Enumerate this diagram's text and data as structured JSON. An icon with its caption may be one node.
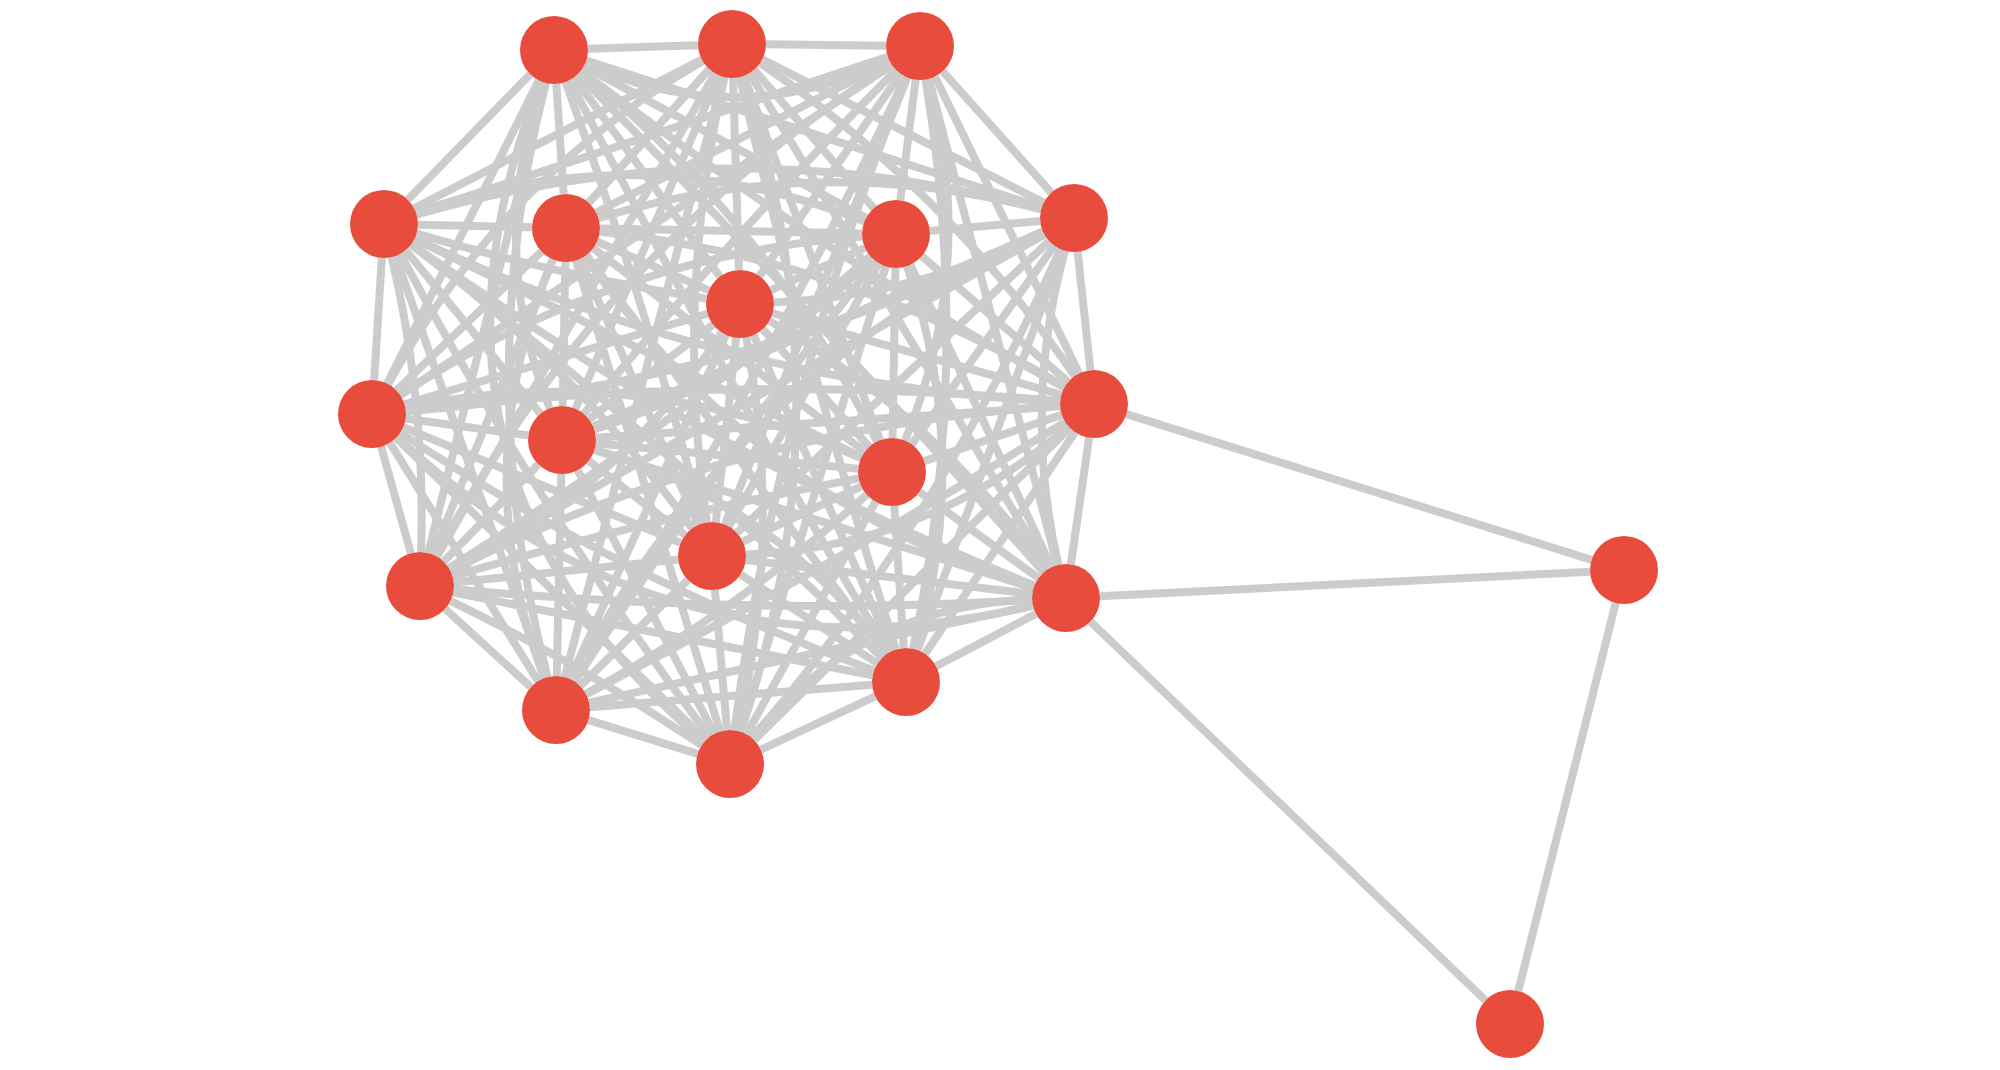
{
  "diagram": {
    "nodes": [
      {
        "text": [],
        "shape": "circle"
      },
      {
        "text": [],
        "shape": "circle"
      },
      {
        "text": [],
        "shape": "circle"
      },
      {
        "text": [],
        "shape": "circle"
      },
      {
        "text": [],
        "shape": "circle"
      },
      {
        "text": [],
        "shape": "circle"
      },
      {
        "text": [],
        "shape": "circle"
      },
      {
        "text": [],
        "shape": "circle"
      },
      {
        "text": [],
        "shape": "circle"
      },
      {
        "text": [],
        "shape": "circle"
      },
      {
        "text": [],
        "shape": "circle"
      },
      {
        "text": [],
        "shape": "circle"
      },
      {
        "text": [],
        "shape": "circle"
      },
      {
        "text": [],
        "shape": "circle"
      },
      {
        "text": [],
        "shape": "circle"
      },
      {
        "text": [],
        "shape": "circle"
      },
      {
        "text": [],
        "shape": "circle"
      },
      {
        "text": [],
        "shape": "circle"
      },
      {
        "text": [],
        "shape": "circle"
      },
      {
        "text": [],
        "shape": "circle"
      }
    ],
    "edges": [
      {
        "from": 0,
        "to": 1,
        "arrow": "none"
      },
      {
        "from": 0,
        "to": 2,
        "arrow": "none"
      },
      {
        "from": 0,
        "to": 3,
        "arrow": "none"
      },
      {
        "from": 0,
        "to": 4,
        "arrow": "none"
      },
      {
        "from": 0,
        "to": 5,
        "arrow": "none"
      },
      {
        "from": 0,
        "to": 6,
        "arrow": "none"
      },
      {
        "from": 0,
        "to": 7,
        "arrow": "none"
      },
      {
        "from": 0,
        "to": 8,
        "arrow": "none"
      },
      {
        "from": 0,
        "to": 9,
        "arrow": "none"
      },
      {
        "from": 0,
        "to": 10,
        "arrow": "none"
      },
      {
        "from": 0,
        "to": 11,
        "arrow": "none"
      },
      {
        "from": 0,
        "to": 12,
        "arrow": "none"
      },
      {
        "from": 0,
        "to": 13,
        "arrow": "none"
      },
      {
        "from": 0,
        "to": 14,
        "arrow": "none"
      },
      {
        "from": 0,
        "to": 16,
        "arrow": "none"
      },
      {
        "from": 0,
        "to": 17,
        "arrow": "none"
      },
      {
        "from": 0,
        "to": 18,
        "arrow": "none"
      },
      {
        "from": 1,
        "to": 2,
        "arrow": "none"
      },
      {
        "from": 1,
        "to": 3,
        "arrow": "none"
      },
      {
        "from": 1,
        "to": 4,
        "arrow": "none"
      },
      {
        "from": 1,
        "to": 5,
        "arrow": "none"
      },
      {
        "from": 1,
        "to": 6,
        "arrow": "none"
      },
      {
        "from": 1,
        "to": 7,
        "arrow": "none"
      },
      {
        "from": 1,
        "to": 8,
        "arrow": "none"
      },
      {
        "from": 1,
        "to": 9,
        "arrow": "none"
      },
      {
        "from": 1,
        "to": 10,
        "arrow": "none"
      },
      {
        "from": 1,
        "to": 11,
        "arrow": "none"
      },
      {
        "from": 1,
        "to": 12,
        "arrow": "none"
      },
      {
        "from": 1,
        "to": 13,
        "arrow": "none"
      },
      {
        "from": 1,
        "to": 14,
        "arrow": "none"
      },
      {
        "from": 1,
        "to": 16,
        "arrow": "none"
      },
      {
        "from": 1,
        "to": 17,
        "arrow": "none"
      },
      {
        "from": 1,
        "to": 18,
        "arrow": "none"
      },
      {
        "from": 2,
        "to": 3,
        "arrow": "none"
      },
      {
        "from": 2,
        "to": 4,
        "arrow": "none"
      },
      {
        "from": 2,
        "to": 5,
        "arrow": "none"
      },
      {
        "from": 2,
        "to": 6,
        "arrow": "none"
      },
      {
        "from": 2,
        "to": 7,
        "arrow": "none"
      },
      {
        "from": 2,
        "to": 8,
        "arrow": "none"
      },
      {
        "from": 2,
        "to": 9,
        "arrow": "none"
      },
      {
        "from": 2,
        "to": 10,
        "arrow": "none"
      },
      {
        "from": 2,
        "to": 11,
        "arrow": "none"
      },
      {
        "from": 2,
        "to": 12,
        "arrow": "none"
      },
      {
        "from": 2,
        "to": 13,
        "arrow": "none"
      },
      {
        "from": 2,
        "to": 14,
        "arrow": "none"
      },
      {
        "from": 2,
        "to": 16,
        "arrow": "none"
      },
      {
        "from": 2,
        "to": 17,
        "arrow": "none"
      },
      {
        "from": 2,
        "to": 18,
        "arrow": "none"
      },
      {
        "from": 3,
        "to": 4,
        "arrow": "none"
      },
      {
        "from": 3,
        "to": 5,
        "arrow": "none"
      },
      {
        "from": 3,
        "to": 6,
        "arrow": "none"
      },
      {
        "from": 3,
        "to": 7,
        "arrow": "none"
      },
      {
        "from": 3,
        "to": 8,
        "arrow": "none"
      },
      {
        "from": 3,
        "to": 9,
        "arrow": "none"
      },
      {
        "from": 3,
        "to": 10,
        "arrow": "none"
      },
      {
        "from": 3,
        "to": 11,
        "arrow": "none"
      },
      {
        "from": 3,
        "to": 12,
        "arrow": "none"
      },
      {
        "from": 3,
        "to": 13,
        "arrow": "none"
      },
      {
        "from": 3,
        "to": 14,
        "arrow": "none"
      },
      {
        "from": 3,
        "to": 16,
        "arrow": "none"
      },
      {
        "from": 3,
        "to": 17,
        "arrow": "none"
      },
      {
        "from": 3,
        "to": 18,
        "arrow": "none"
      },
      {
        "from": 4,
        "to": 5,
        "arrow": "none"
      },
      {
        "from": 4,
        "to": 6,
        "arrow": "none"
      },
      {
        "from": 4,
        "to": 7,
        "arrow": "none"
      },
      {
        "from": 4,
        "to": 8,
        "arrow": "none"
      },
      {
        "from": 4,
        "to": 9,
        "arrow": "none"
      },
      {
        "from": 4,
        "to": 10,
        "arrow": "none"
      },
      {
        "from": 4,
        "to": 11,
        "arrow": "none"
      },
      {
        "from": 4,
        "to": 12,
        "arrow": "none"
      },
      {
        "from": 4,
        "to": 13,
        "arrow": "none"
      },
      {
        "from": 4,
        "to": 14,
        "arrow": "none"
      },
      {
        "from": 4,
        "to": 16,
        "arrow": "none"
      },
      {
        "from": 4,
        "to": 17,
        "arrow": "none"
      },
      {
        "from": 4,
        "to": 18,
        "arrow": "none"
      },
      {
        "from": 5,
        "to": 6,
        "arrow": "none"
      },
      {
        "from": 5,
        "to": 7,
        "arrow": "none"
      },
      {
        "from": 5,
        "to": 8,
        "arrow": "none"
      },
      {
        "from": 5,
        "to": 9,
        "arrow": "none"
      },
      {
        "from": 5,
        "to": 10,
        "arrow": "none"
      },
      {
        "from": 5,
        "to": 11,
        "arrow": "none"
      },
      {
        "from": 5,
        "to": 12,
        "arrow": "none"
      },
      {
        "from": 5,
        "to": 13,
        "arrow": "none"
      },
      {
        "from": 5,
        "to": 14,
        "arrow": "none"
      },
      {
        "from": 5,
        "to": 16,
        "arrow": "none"
      },
      {
        "from": 5,
        "to": 17,
        "arrow": "none"
      },
      {
        "from": 5,
        "to": 18,
        "arrow": "none"
      },
      {
        "from": 6,
        "to": 7,
        "arrow": "none"
      },
      {
        "from": 6,
        "to": 8,
        "arrow": "none"
      },
      {
        "from": 6,
        "to": 9,
        "arrow": "none"
      },
      {
        "from": 6,
        "to": 10,
        "arrow": "none"
      },
      {
        "from": 6,
        "to": 11,
        "arrow": "none"
      },
      {
        "from": 6,
        "to": 12,
        "arrow": "none"
      },
      {
        "from": 6,
        "to": 13,
        "arrow": "none"
      },
      {
        "from": 6,
        "to": 14,
        "arrow": "none"
      },
      {
        "from": 6,
        "to": 16,
        "arrow": "none"
      },
      {
        "from": 6,
        "to": 17,
        "arrow": "none"
      },
      {
        "from": 6,
        "to": 18,
        "arrow": "none"
      },
      {
        "from": 7,
        "to": 8,
        "arrow": "none"
      },
      {
        "from": 7,
        "to": 9,
        "arrow": "none"
      },
      {
        "from": 7,
        "to": 10,
        "arrow": "none"
      },
      {
        "from": 7,
        "to": 11,
        "arrow": "none"
      },
      {
        "from": 7,
        "to": 12,
        "arrow": "none"
      },
      {
        "from": 7,
        "to": 13,
        "arrow": "none"
      },
      {
        "from": 7,
        "to": 14,
        "arrow": "none"
      },
      {
        "from": 7,
        "to": 16,
        "arrow": "none"
      },
      {
        "from": 7,
        "to": 17,
        "arrow": "none"
      },
      {
        "from": 7,
        "to": 18,
        "arrow": "none"
      },
      {
        "from": 8,
        "to": 9,
        "arrow": "none"
      },
      {
        "from": 8,
        "to": 10,
        "arrow": "none"
      },
      {
        "from": 8,
        "to": 11,
        "arrow": "none"
      },
      {
        "from": 8,
        "to": 12,
        "arrow": "none"
      },
      {
        "from": 8,
        "to": 13,
        "arrow": "none"
      },
      {
        "from": 8,
        "to": 14,
        "arrow": "none"
      },
      {
        "from": 8,
        "to": 16,
        "arrow": "none"
      },
      {
        "from": 8,
        "to": 17,
        "arrow": "none"
      },
      {
        "from": 8,
        "to": 18,
        "arrow": "none"
      },
      {
        "from": 9,
        "to": 10,
        "arrow": "none"
      },
      {
        "from": 9,
        "to": 11,
        "arrow": "none"
      },
      {
        "from": 9,
        "to": 12,
        "arrow": "none"
      },
      {
        "from": 9,
        "to": 13,
        "arrow": "none"
      },
      {
        "from": 9,
        "to": 14,
        "arrow": "none"
      },
      {
        "from": 9,
        "to": 16,
        "arrow": "none"
      },
      {
        "from": 9,
        "to": 17,
        "arrow": "none"
      },
      {
        "from": 9,
        "to": 18,
        "arrow": "none"
      },
      {
        "from": 10,
        "to": 11,
        "arrow": "none"
      },
      {
        "from": 10,
        "to": 12,
        "arrow": "none"
      },
      {
        "from": 10,
        "to": 13,
        "arrow": "none"
      },
      {
        "from": 10,
        "to": 14,
        "arrow": "none"
      },
      {
        "from": 10,
        "to": 16,
        "arrow": "none"
      },
      {
        "from": 10,
        "to": 17,
        "arrow": "none"
      },
      {
        "from": 10,
        "to": 18,
        "arrow": "none"
      },
      {
        "from": 11,
        "to": 12,
        "arrow": "none"
      },
      {
        "from": 11,
        "to": 13,
        "arrow": "none"
      },
      {
        "from": 11,
        "to": 14,
        "arrow": "none"
      },
      {
        "from": 11,
        "to": 16,
        "arrow": "none"
      },
      {
        "from": 11,
        "to": 17,
        "arrow": "none"
      },
      {
        "from": 11,
        "to": 18,
        "arrow": "none"
      },
      {
        "from": 12,
        "to": 13,
        "arrow": "none"
      },
      {
        "from": 12,
        "to": 14,
        "arrow": "none"
      },
      {
        "from": 12,
        "to": 16,
        "arrow": "none"
      },
      {
        "from": 12,
        "to": 17,
        "arrow": "none"
      },
      {
        "from": 12,
        "to": 18,
        "arrow": "none"
      },
      {
        "from": 13,
        "to": 14,
        "arrow": "none"
      },
      {
        "from": 13,
        "to": 16,
        "arrow": "none"
      },
      {
        "from": 13,
        "to": 17,
        "arrow": "none"
      },
      {
        "from": 13,
        "to": 18,
        "arrow": "none"
      },
      {
        "from": 14,
        "to": 16,
        "arrow": "none"
      },
      {
        "from": 14,
        "to": 17,
        "arrow": "none"
      },
      {
        "from": 14,
        "to": 18,
        "arrow": "none"
      },
      {
        "from": 16,
        "to": 17,
        "arrow": "none"
      },
      {
        "from": 16,
        "to": 18,
        "arrow": "none"
      },
      {
        "from": 17,
        "to": 18,
        "arrow": "none"
      },
      {
        "from": 9,
        "to": 15,
        "arrow": "none"
      },
      {
        "from": 14,
        "to": 15,
        "arrow": "none"
      },
      {
        "from": 14,
        "to": 19,
        "arrow": "none"
      },
      {
        "from": 15,
        "to": 19,
        "arrow": "none"
      }
    ]
  }
}
